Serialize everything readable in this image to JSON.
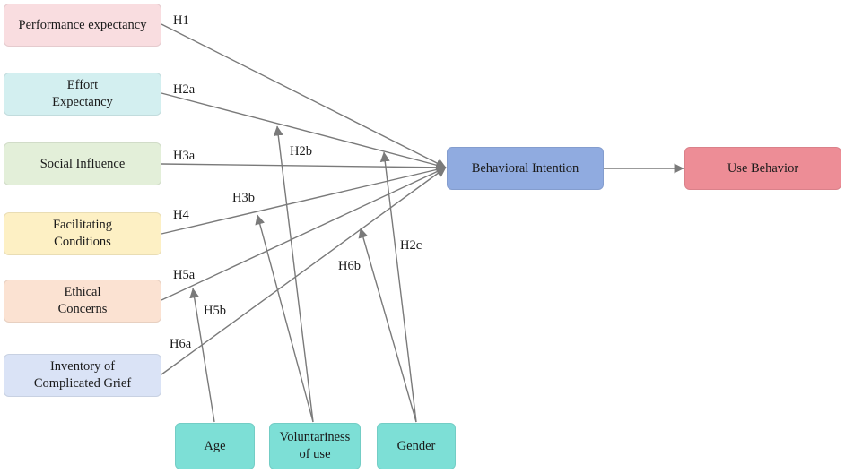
{
  "nodes": {
    "performance": {
      "label": "Performance expectancy",
      "color": "#f9dde0"
    },
    "effort": {
      "label": "Effort\nExpectancy",
      "color": "#d3eff0"
    },
    "social": {
      "label": "Social Influence",
      "color": "#e3efd9"
    },
    "facilitating": {
      "label": "Facilitating\nConditions",
      "color": "#fdf0c4"
    },
    "ethical": {
      "label": "Ethical\nConcerns",
      "color": "#fbe2d2"
    },
    "inventory": {
      "label": "Inventory of\nComplicated Grief",
      "color": "#dae3f6"
    },
    "intention": {
      "label": "Behavioral Intention",
      "color": "#90abe0"
    },
    "use": {
      "label": "Use Behavior",
      "color": "#ed8d96"
    },
    "age": {
      "label": "Age",
      "color": "#7ddfd6"
    },
    "voluntariness": {
      "label": "Voluntariness\nof  use",
      "color": "#7ddfd6"
    },
    "gender": {
      "label": "Gender",
      "color": "#7ddfd6"
    }
  },
  "hypotheses": {
    "h1": "H1",
    "h2a": "H2a",
    "h2b": "H2b",
    "h2c": "H2c",
    "h3a": "H3a",
    "h3b": "H3b",
    "h4": "H4",
    "h5a": "H5a",
    "h5b": "H5b",
    "h6a": "H6a",
    "h6b": "H6b"
  },
  "colors": {
    "arrow": "#7a7a7a"
  }
}
